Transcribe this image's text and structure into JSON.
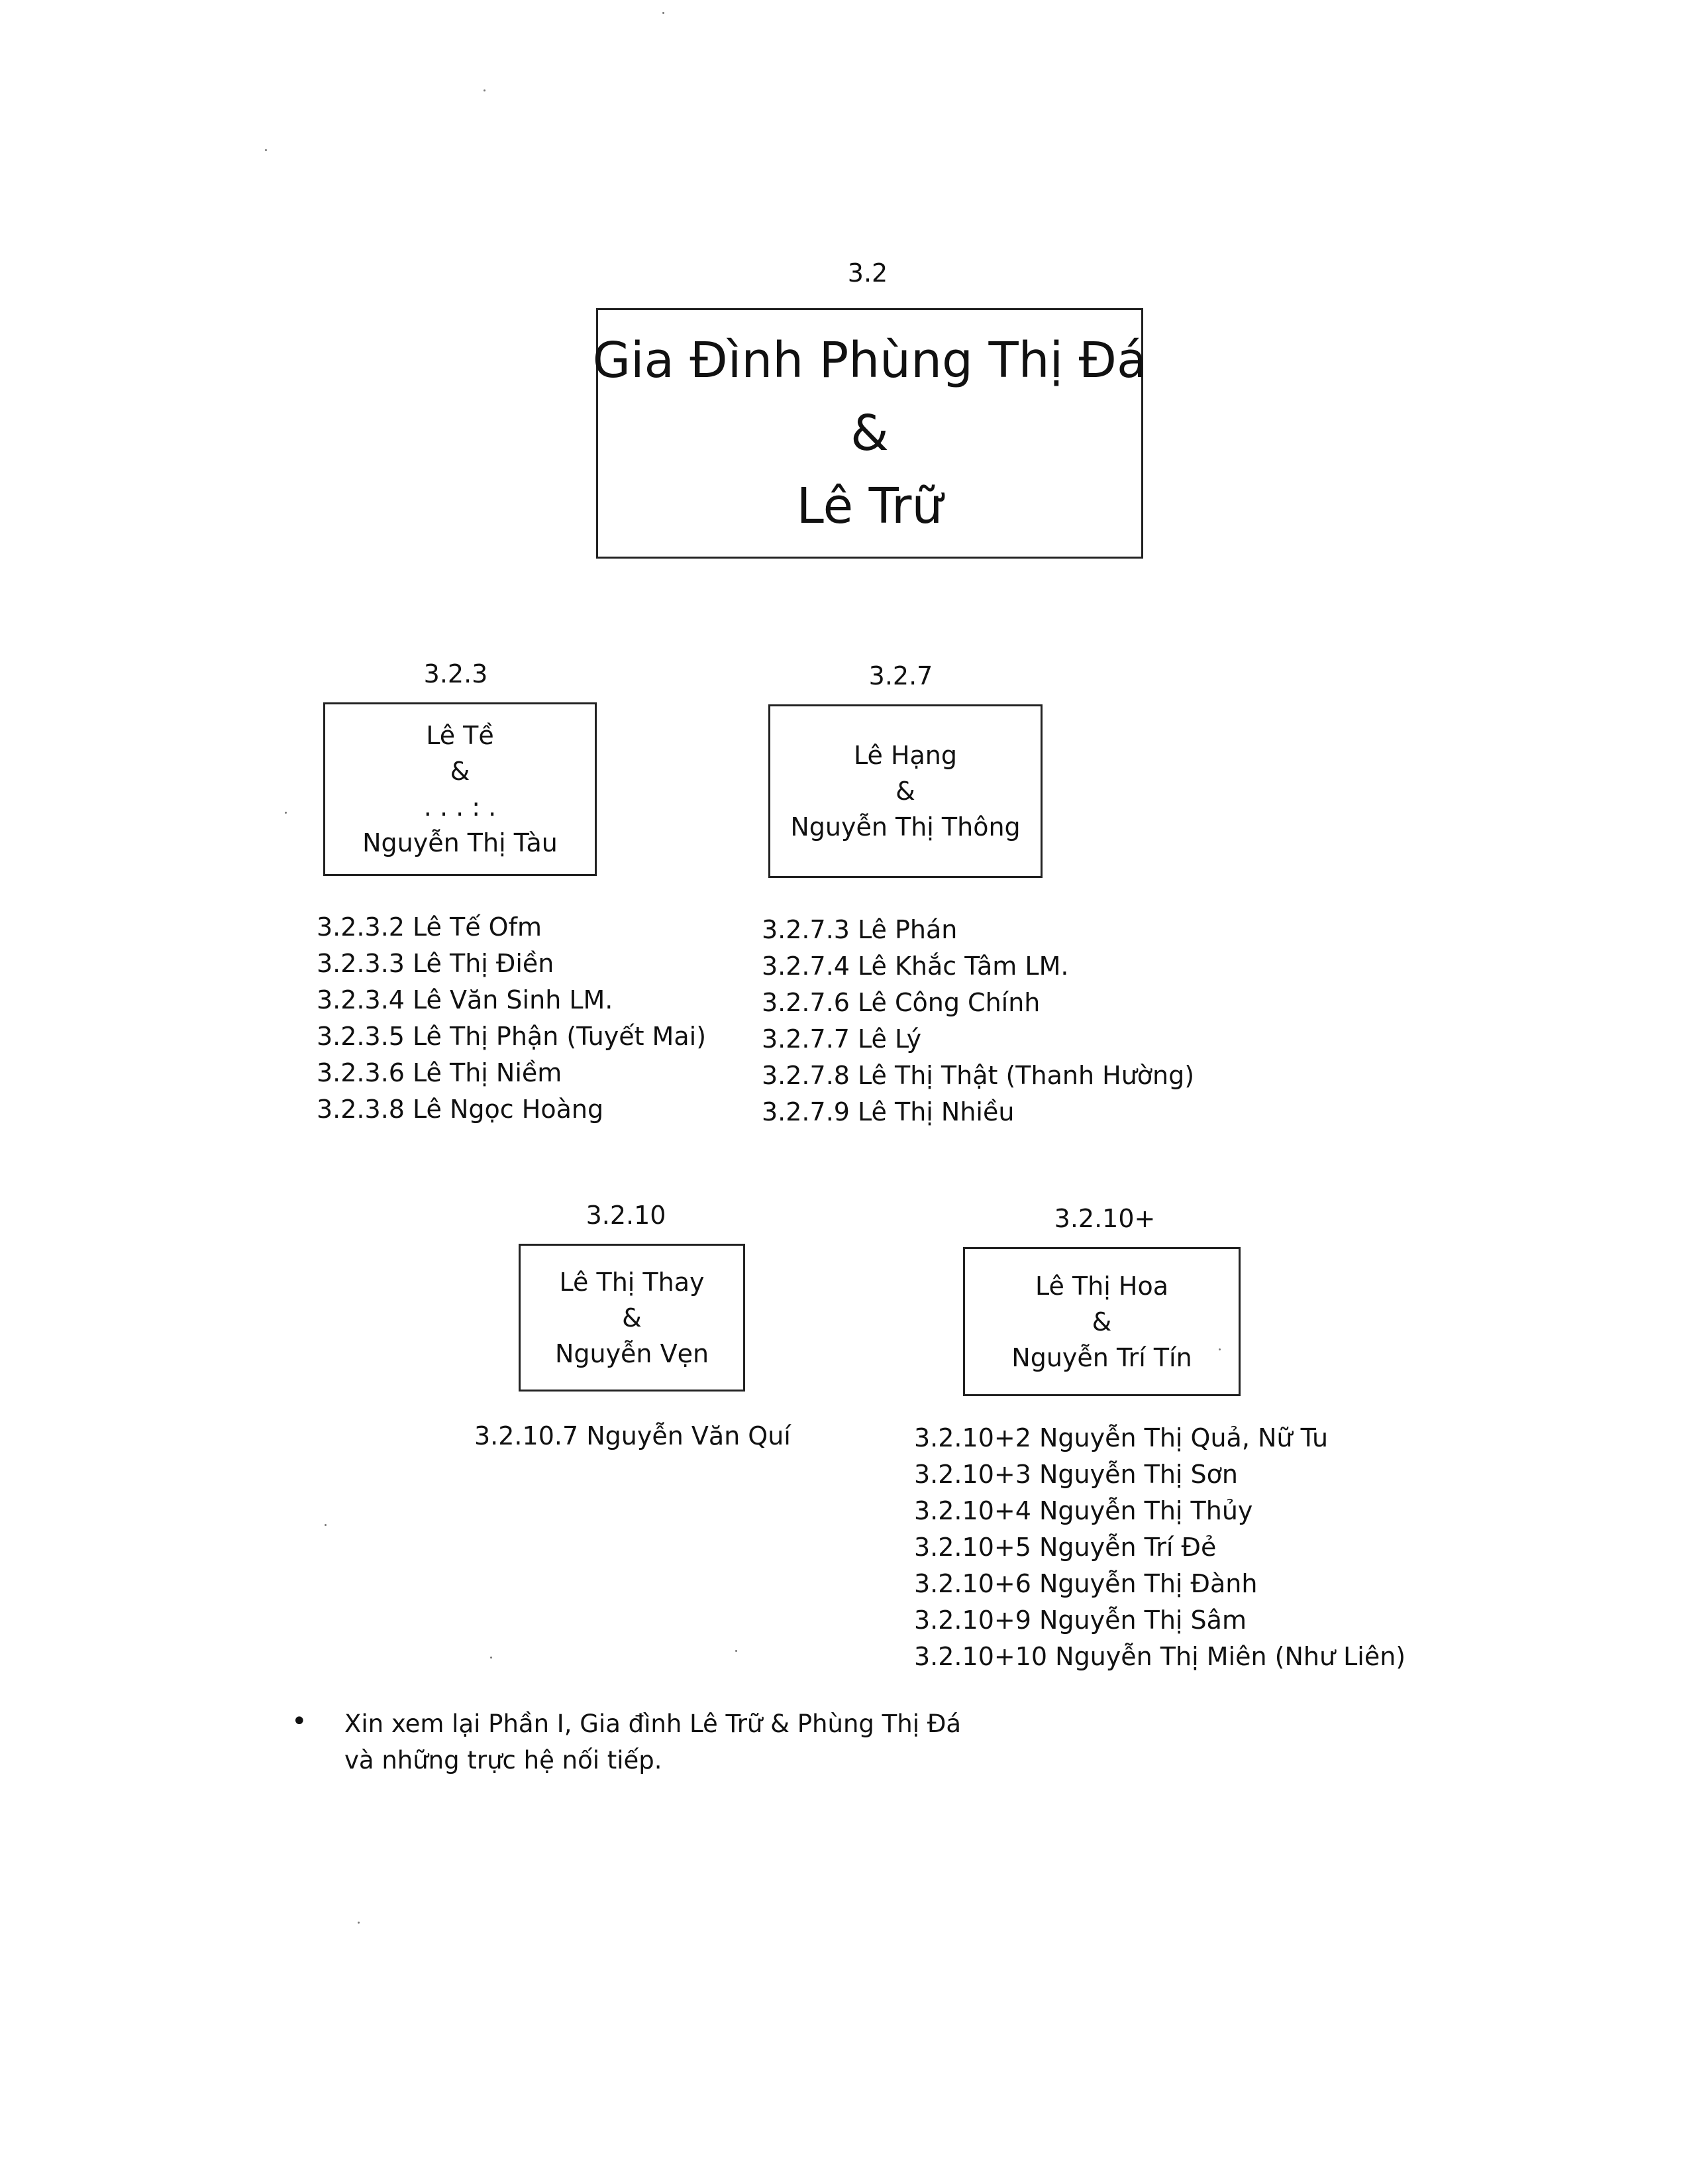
{
  "main": {
    "code": "3.2",
    "line1": "Gia Đình Phùng Thị Đá",
    "line2": "&",
    "line3": "Lê Trữ"
  },
  "families": [
    {
      "code": "3.2.3",
      "lines": [
        "Lê Tề",
        "&",
        ". . . : .",
        "Nguyễn Thị Tàu"
      ],
      "children": [
        "3.2.3.2 Lê Tế Ofm",
        "3.2.3.3 Lê Thị Điền",
        "3.2.3.4 Lê Văn Sinh LM.",
        "3.2.3.5 Lê Thị Phận (Tuyết Mai)",
        "3.2.3.6 Lê Thị Niềm",
        "3.2.3.8 Lê Ngọc Hoàng"
      ]
    },
    {
      "code": "3.2.7",
      "lines": [
        "Lê Hạng",
        "&",
        "Nguyễn Thị Thông"
      ],
      "children": [
        "3.2.7.3 Lê Phán",
        "3.2.7.4 Lê Khắc Tâm LM.",
        "3.2.7.6 Lê Công Chính",
        "3.2.7.7 Lê Lý",
        "3.2.7.8 Lê Thị Thật (Thanh Hường)",
        "3.2.7.9 Lê Thị Nhiều"
      ]
    },
    {
      "code": "3.2.10",
      "lines": [
        "Lê Thị Thay",
        "&",
        "Nguyễn Vẹn"
      ],
      "children": [
        "3.2.10.7 Nguyễn Văn Quí"
      ]
    },
    {
      "code": "3.2.10+",
      "lines": [
        "Lê Thị Hoa",
        "&",
        "Nguyễn Trí Tín"
      ],
      "children": [
        "3.2.10+2 Nguyễn Thị Quả, Nữ Tu",
        "3.2.10+3 Nguyễn Thị Sơn",
        "3.2.10+4 Nguyễn Thị Thủy",
        "3.2.10+5 Nguyễn Trí Đẻ",
        "3.2.10+6 Nguyễn Thị Đành",
        "3.2.10+9 Nguyễn Thị Sâm",
        "3.2.10+10 Nguyễn Thị Miên (Như Liên)"
      ]
    }
  ],
  "note": {
    "bullet": "•",
    "line1": "Xin xem lại Phần I, Gia đình Lê Trữ & Phùng Thị Đá",
    "line2": "và những trực hệ nối tiếp."
  }
}
